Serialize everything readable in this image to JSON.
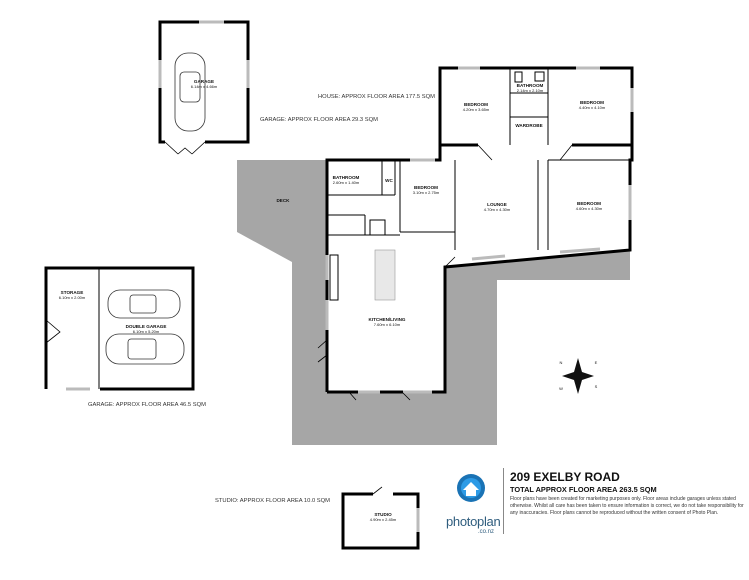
{
  "address": "209 EXELBY ROAD",
  "total_area": "TOTAL APPROX FLOOR AREA 263.5 SQM",
  "disclaimer": "Floor plans have been created for marketing purposes only. Floor areas include garages unless stated otherwise. Whilst all care has been taken to ensure information is correct, we do not take responsibility for any inaccuracies. Floor plans cannot be reproduced without the written consent of Photo Plan.",
  "brand": {
    "name": "photoplan",
    "sub": ".co.nz"
  },
  "areas": {
    "house": "HOUSE: APPROX FLOOR AREA 177.5 SQM",
    "garage_top": "GARAGE: APPROX FLOOR AREA 29.3 SQM",
    "garage_left": "GARAGE: APPROX FLOOR AREA 46.5 SQM",
    "studio": "STUDIO: APPROX FLOOR AREA 10.0 SQM"
  },
  "rooms": {
    "garage_top": {
      "label": "GARAGE",
      "dims": "6.14m x 4.66m"
    },
    "bedroom_1": {
      "label": "BEDROOM",
      "dims": "4.20m x 3.65m"
    },
    "bathroom_top": {
      "label": "BATHROOM",
      "dims": "2.14m x 2.10m"
    },
    "wardrobe": {
      "label": "WARDROBE"
    },
    "bedroom_2": {
      "label": "BEDROOM",
      "dims": "4.40m x 4.10m"
    },
    "bathroom_mid": {
      "label": "BATHROOM",
      "dims": "2.60m x 1.40m"
    },
    "wc": {
      "label": "WC"
    },
    "bedroom_3": {
      "label": "BEDROOM",
      "dims": "3.10m x 2.75m"
    },
    "lounge": {
      "label": "LOUNGE",
      "dims": "4.70m x 4.30m"
    },
    "bedroom_4": {
      "label": "BEDROOM",
      "dims": "4.60m x 4.30m"
    },
    "deck": {
      "label": "DECK"
    },
    "kitchen": {
      "label": "KITCHEN/LIVING",
      "dims": "7.60m x 6.10m"
    },
    "storage": {
      "label": "STORAGE",
      "dims": "6.10m x 2.00m"
    },
    "double_garage": {
      "label": "DOUBLE GARAGE",
      "dims": "6.10m x 5.20m"
    },
    "studio": {
      "label": "STUDIO",
      "dims": "4.90m x 2.45m"
    }
  },
  "compass": {
    "n": "N",
    "s": "S",
    "e": "E",
    "w": "W"
  }
}
